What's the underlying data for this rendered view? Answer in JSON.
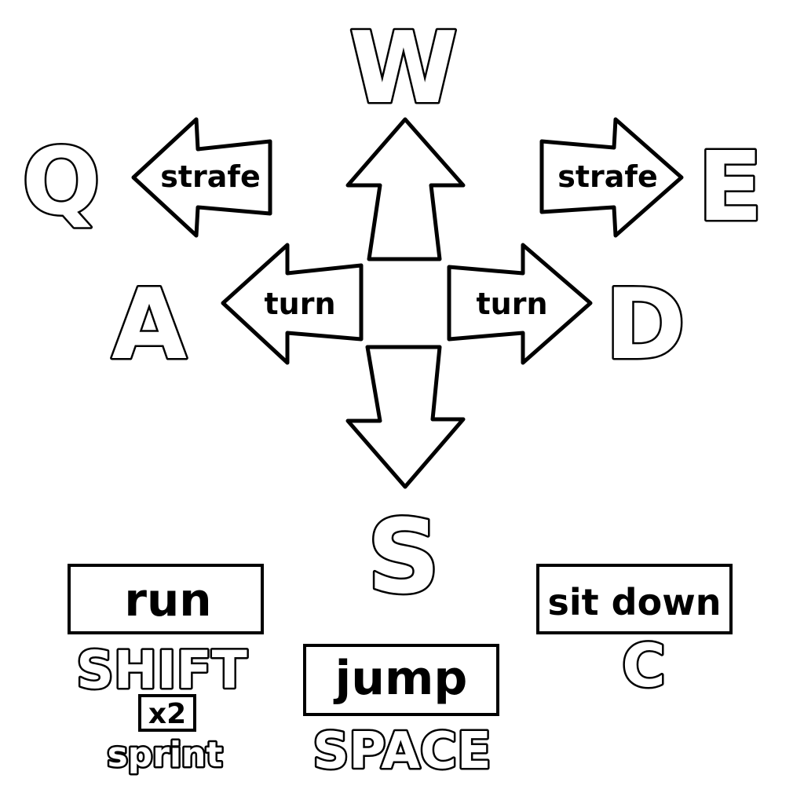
{
  "keys": {
    "w": "W",
    "a": "A",
    "s": "S",
    "d": "D",
    "q": "Q",
    "e": "E",
    "shift": "SHIFT",
    "space": "SPACE",
    "c": "C"
  },
  "arrows": {
    "strafe_left": "strafe",
    "strafe_right": "strafe",
    "turn_left": "turn",
    "turn_right": "turn"
  },
  "actions": {
    "run": "run",
    "jump": "jump",
    "sit_down": "sit down",
    "double_tap": "x2",
    "sprint": "sprint"
  },
  "colors": {
    "fill": "#ffffff",
    "stroke": "#000000"
  }
}
